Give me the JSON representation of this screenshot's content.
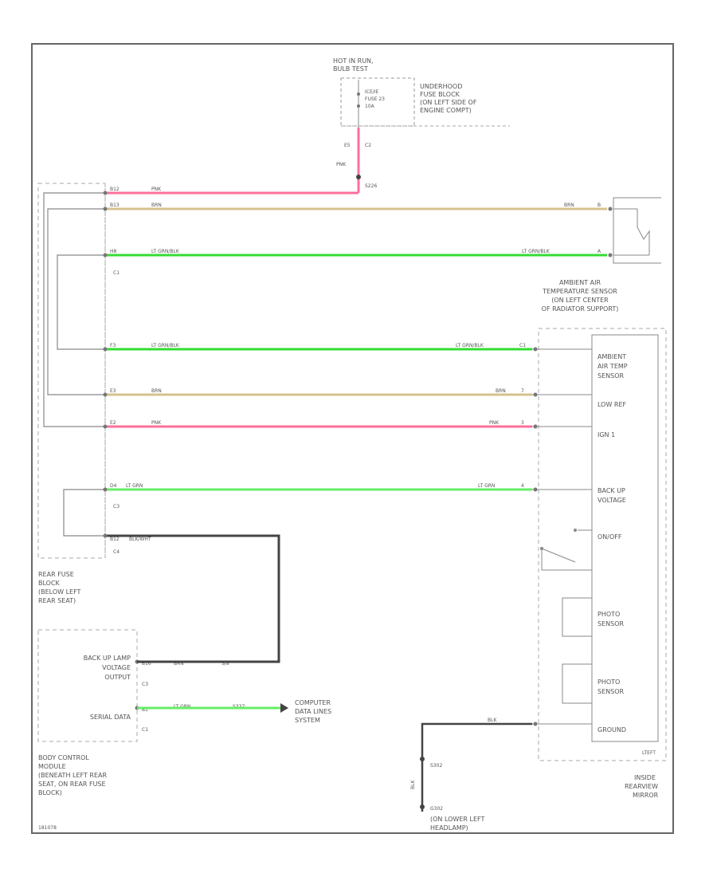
{
  "figure_id": "181078",
  "wire_colors": {
    "pnk": "#ff6f9a",
    "brn": "#d6c28e",
    "lt_grn_blk": "#33dd33",
    "lt_grn": "#66ee66",
    "blk_wht": "#444444",
    "blk": "#444444"
  },
  "power": {
    "hot_label": [
      "HOT IN RUN,",
      "BULB TEST"
    ],
    "fuse": [
      "ICE/IE",
      "FUSE 23",
      "10A"
    ],
    "fuse_block": [
      "UNDERHOOD",
      "FUSE BLOCK",
      "(ON LEFT SIDE OF",
      "ENGINE COMPT)"
    ],
    "connector_pin": "E5",
    "connector": "C2",
    "wire_color": "PNK",
    "splice": "S226"
  },
  "rear_fuse_block": {
    "label": [
      "REAR FUSE",
      "BLOCK",
      "(BELOW LEFT",
      "REAR SEAT)"
    ],
    "connectors": [
      "C1",
      "C3",
      "C4"
    ]
  },
  "rows": [
    {
      "pin": "B12",
      "color_label": "PNK",
      "right_label": ""
    },
    {
      "pin": "B13",
      "color_label": "BRN",
      "right_label": "BRN",
      "right_pin": "B"
    },
    {
      "pin": "H8",
      "color_label": "LT GRN/BLK",
      "right_label": "LT GRN/BLK",
      "right_pin": "A"
    },
    {
      "pin": "F3",
      "color_label": "LT GRN/BLK",
      "right_label": "LT GRN/BLK",
      "right_pin": "C1"
    },
    {
      "pin": "E3",
      "color_label": "BRN",
      "right_label": "BRN",
      "right_pin": "7"
    },
    {
      "pin": "E2",
      "color_label": "PNK",
      "right_label": "PNK",
      "right_pin": "3"
    },
    {
      "pin": "D4",
      "color_label": "LT GRN",
      "right_label": "LT GRN",
      "right_pin": "4"
    },
    {
      "pin": "B12",
      "color_label": "BLK/WHT",
      "right_label": ""
    }
  ],
  "ambient_sensor": {
    "label": [
      "AMBIENT AIR",
      "TEMPERATURE SENSOR",
      "(ON LEFT CENTER",
      "OF RADIATOR SUPPORT)"
    ]
  },
  "mirror": {
    "terminals": [
      [
        "AMBIENT",
        "AIR TEMP",
        "SENSOR"
      ],
      [
        "LOW REF"
      ],
      [
        "IGN 1"
      ],
      [
        "BACK UP",
        "VOLTAGE"
      ],
      [
        "ON/OFF"
      ],
      [
        "PHOTO",
        "SENSOR"
      ],
      [
        "PHOTO",
        "SENSOR"
      ],
      [
        "GROUND"
      ]
    ],
    "label": [
      "INSIDE",
      "REARVIEW",
      "MIRROR"
    ],
    "connector": "LTEFT"
  },
  "bcm": {
    "terminals": [
      {
        "label": [
          "BACK UP LAMP",
          "VOLTAGE",
          "OUTPUT"
        ],
        "pin": "B16",
        "color_label": "BRN",
        "connector": "C3",
        "extra": "S/8"
      },
      {
        "label": [
          "SERIAL DATA"
        ],
        "pin": "B1",
        "color_label": "LT GRN",
        "connector": "C1",
        "extra": "S337"
      }
    ],
    "label": [
      "BODY CONTROL",
      "MODULE",
      "(BENEATH LEFT REAR",
      "SEAT, ON REAR FUSE",
      "BLOCK)"
    ]
  },
  "data_link": [
    "COMPUTER",
    "DATA LINES",
    "SYSTEM"
  ],
  "ground": {
    "wire_color": "BLK",
    "splice": "S302",
    "wire_vertical": "BLK",
    "ground_point": "G302",
    "ground_location": [
      "(ON LOWER LEFT",
      "HEADLAMP)"
    ]
  }
}
